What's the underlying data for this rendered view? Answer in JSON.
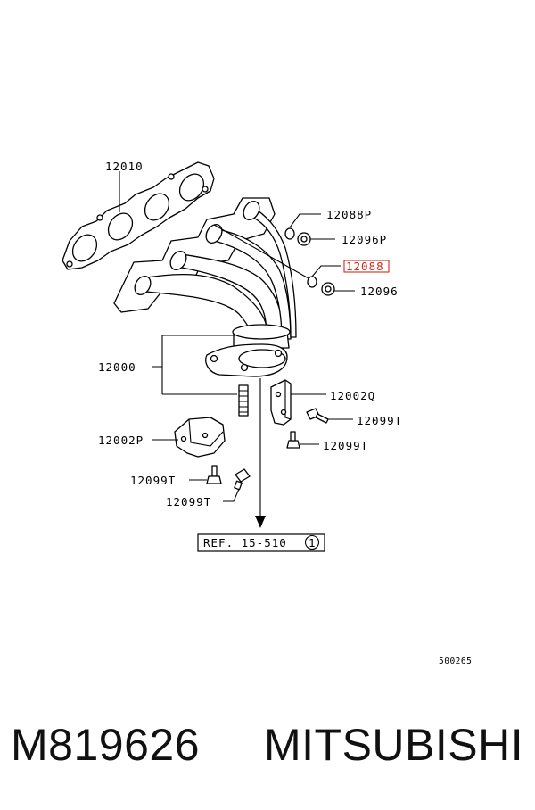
{
  "callouts": {
    "manifold_gasket": "12010",
    "nut_p": "12088P",
    "washer_p": "12096P",
    "nut_highlighted": "12088",
    "washer": "12096",
    "manifold": "12000",
    "bracket_q": "12002Q",
    "bolt_t_right": "12099T",
    "bolt_t_right_lower": "12099T",
    "bracket_p": "12002P",
    "bolt_t_left": "12099T",
    "bolt_t_left_lower": "12099T"
  },
  "reference": {
    "text": "REF. 15-510",
    "circled": "1"
  },
  "diagram_code": "500265",
  "caption": {
    "part_number": "M819626",
    "brand": "MITSUBISHI"
  },
  "colors": {
    "highlight": "#d4281c",
    "ink": "#000000"
  }
}
